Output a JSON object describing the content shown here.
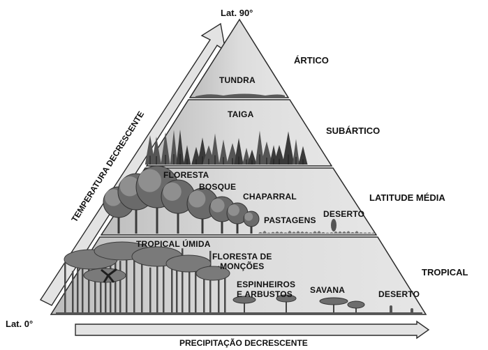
{
  "latitude": {
    "top": "Lat. 90°",
    "bottom": "Lat. 0°"
  },
  "axes": {
    "temperature": "TEMPERATURA DECRESCENTE",
    "precipitation": "PRECIPITAÇÃO DECRESCENTE"
  },
  "zones": {
    "arctic": "ÁRTICO",
    "subarctic": "SUBÁRTICO",
    "mid_latitude": "LATITUDE MÉDIA",
    "tropical": "TROPICAL"
  },
  "biomes": {
    "tundra": "TUNDRA",
    "taiga": "TAIGA",
    "floresta": "FLORESTA",
    "bosque": "BOSQUE",
    "chaparral": "CHAPARRAL",
    "pastagens": "PASTAGENS",
    "deserto_mid": "DESERTO",
    "tropical_umida": "TROPICAL ÚMIDA",
    "floresta_moncoes_1": "FLORESTA DE",
    "floresta_moncoes_2": "MONÇÕES",
    "espinheiros_1": "ESPINHEIROS",
    "espinheiros_2": "E ARBUSTOS",
    "savana": "SAVANA",
    "deserto_trop": "DESERTO"
  },
  "colors": {
    "band": "#dcdcdc",
    "band_dark": "#c9c9c9",
    "outline": "#2a2a2a",
    "vegetation": "#3f3f3f",
    "vegetation_light": "#8a8a8a",
    "arrow_fill": "#e3e3e3"
  }
}
